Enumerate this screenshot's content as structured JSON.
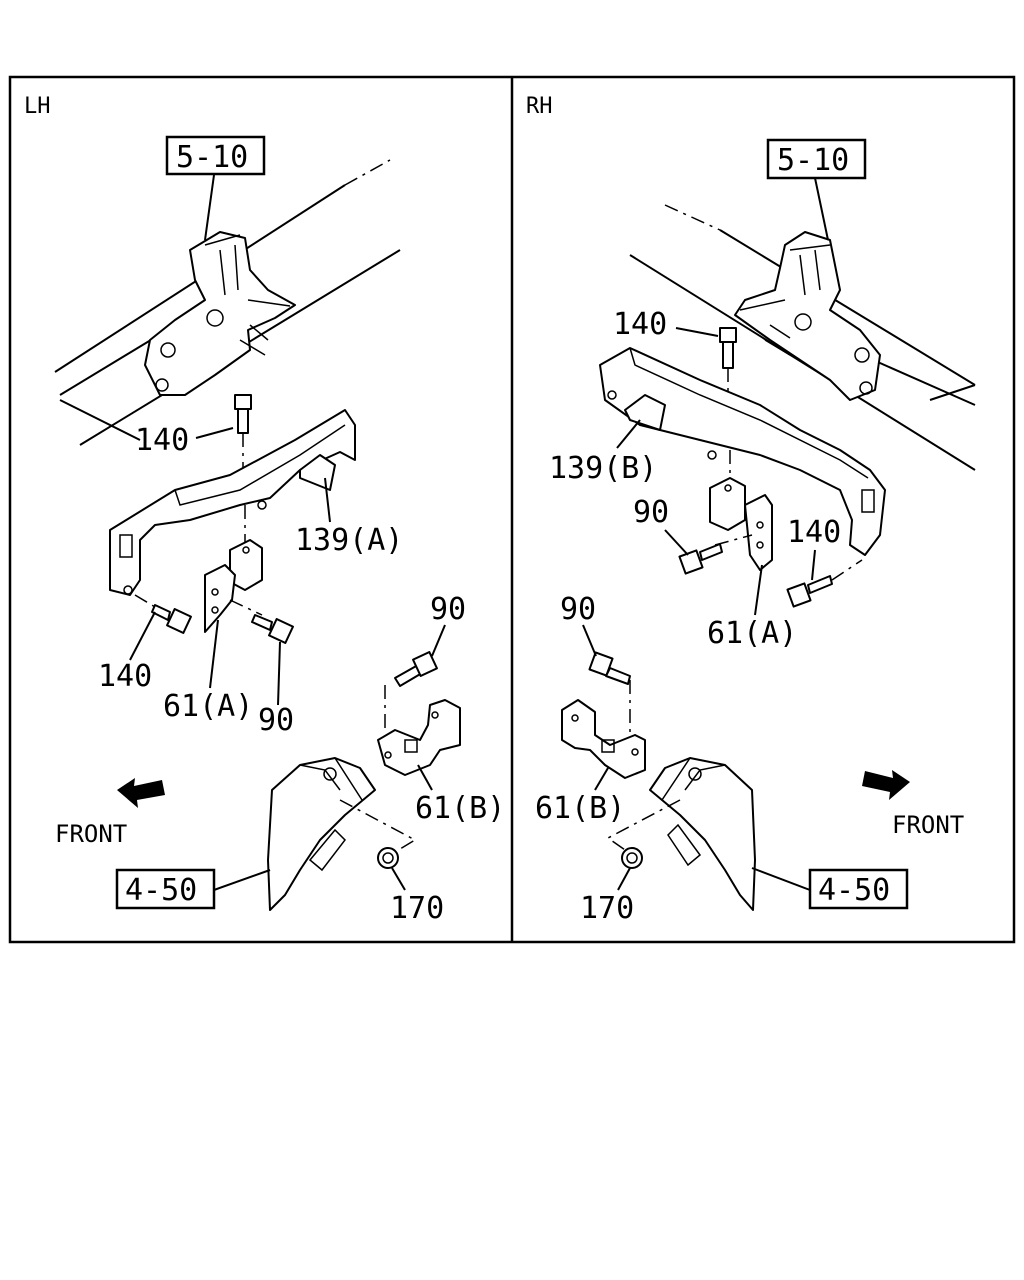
{
  "panels": {
    "left": {
      "side": "LH",
      "ref_top": "5-10",
      "ref_bottom": "4-50",
      "front": "FRONT",
      "callouts": {
        "bolt_140_top": "140",
        "bracket_139": "139(A)",
        "bolt_140_bottom": "140",
        "bracket_61a": "61(A)",
        "bolt_90_lower": "90",
        "bolt_90_upper": "90",
        "bracket_61b": "61(B)",
        "nut_170": "170"
      }
    },
    "right": {
      "side": "RH",
      "ref_top": "5-10",
      "ref_bottom": "4-50",
      "front": "FRONT",
      "callouts": {
        "bolt_140_top": "140",
        "bracket_139": "139(B)",
        "bolt_90_upper": "90",
        "bolt_140_side": "140",
        "bracket_61a": "61(A)",
        "bolt_90_lower": "90",
        "bracket_61b": "61(B)",
        "nut_170": "170"
      }
    }
  }
}
